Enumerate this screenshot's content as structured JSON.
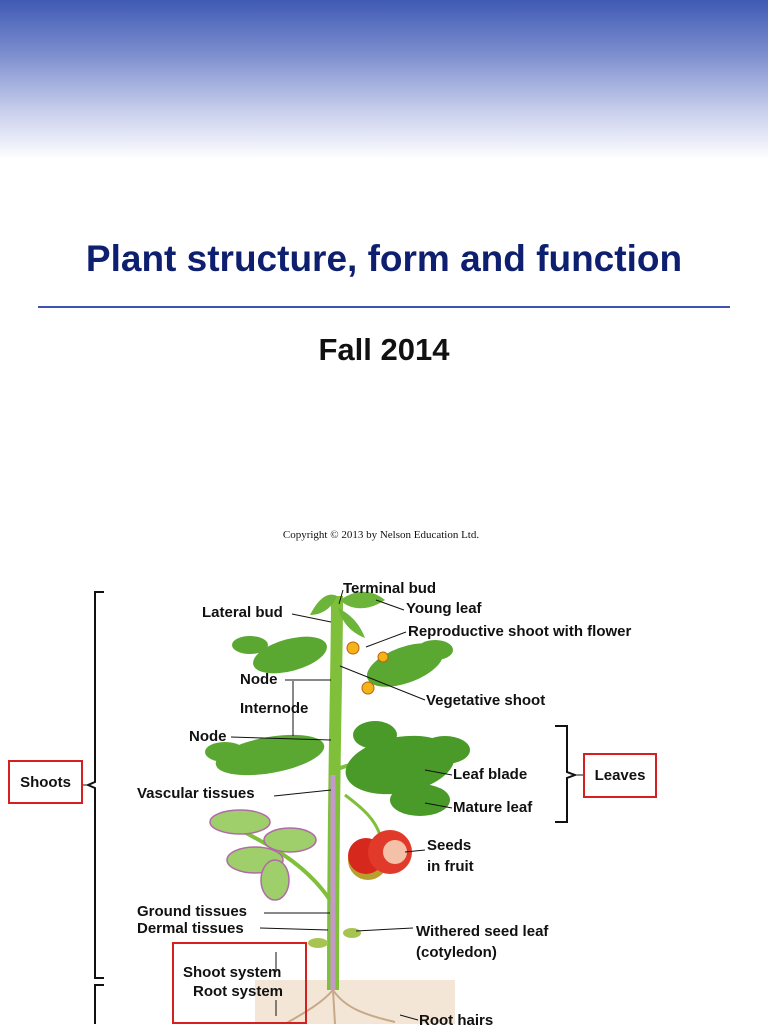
{
  "slide": {
    "title": "Plant structure, form and function",
    "subtitle": "Fall 2014",
    "copyright": "Copyright © 2013 by Nelson Education Ltd."
  },
  "figure": {
    "labels": {
      "terminal_bud": "Terminal bud",
      "young_leaf": "Young leaf",
      "lateral_bud": "Lateral bud",
      "reproductive_shoot": "Reproductive shoot with flower",
      "node_upper": "Node",
      "internode": "Internode",
      "vegetative_shoot": "Vegetative shoot",
      "node_lower": "Node",
      "leaf_blade": "Leaf blade",
      "vascular_tissues": "Vascular tissues",
      "mature_leaf": "Mature leaf",
      "seeds_line1": "Seeds",
      "seeds_line2": "in fruit",
      "ground_tissues": "Ground tissues",
      "dermal_tissues": "Dermal tissues",
      "withered_line1": "Withered seed leaf",
      "withered_line2": "(cotyledon)",
      "shoot_system": "Shoot system",
      "root_system": "Root system",
      "root_hairs": "Root hairs"
    },
    "boxes": {
      "shoots": "Shoots",
      "leaves": "Leaves"
    },
    "colors": {
      "box_border": "#d42020",
      "stem": "#7fbf3a",
      "leaf": "#5aa832",
      "fruit": "#d6281c",
      "vascular": "#c59ac9"
    }
  }
}
